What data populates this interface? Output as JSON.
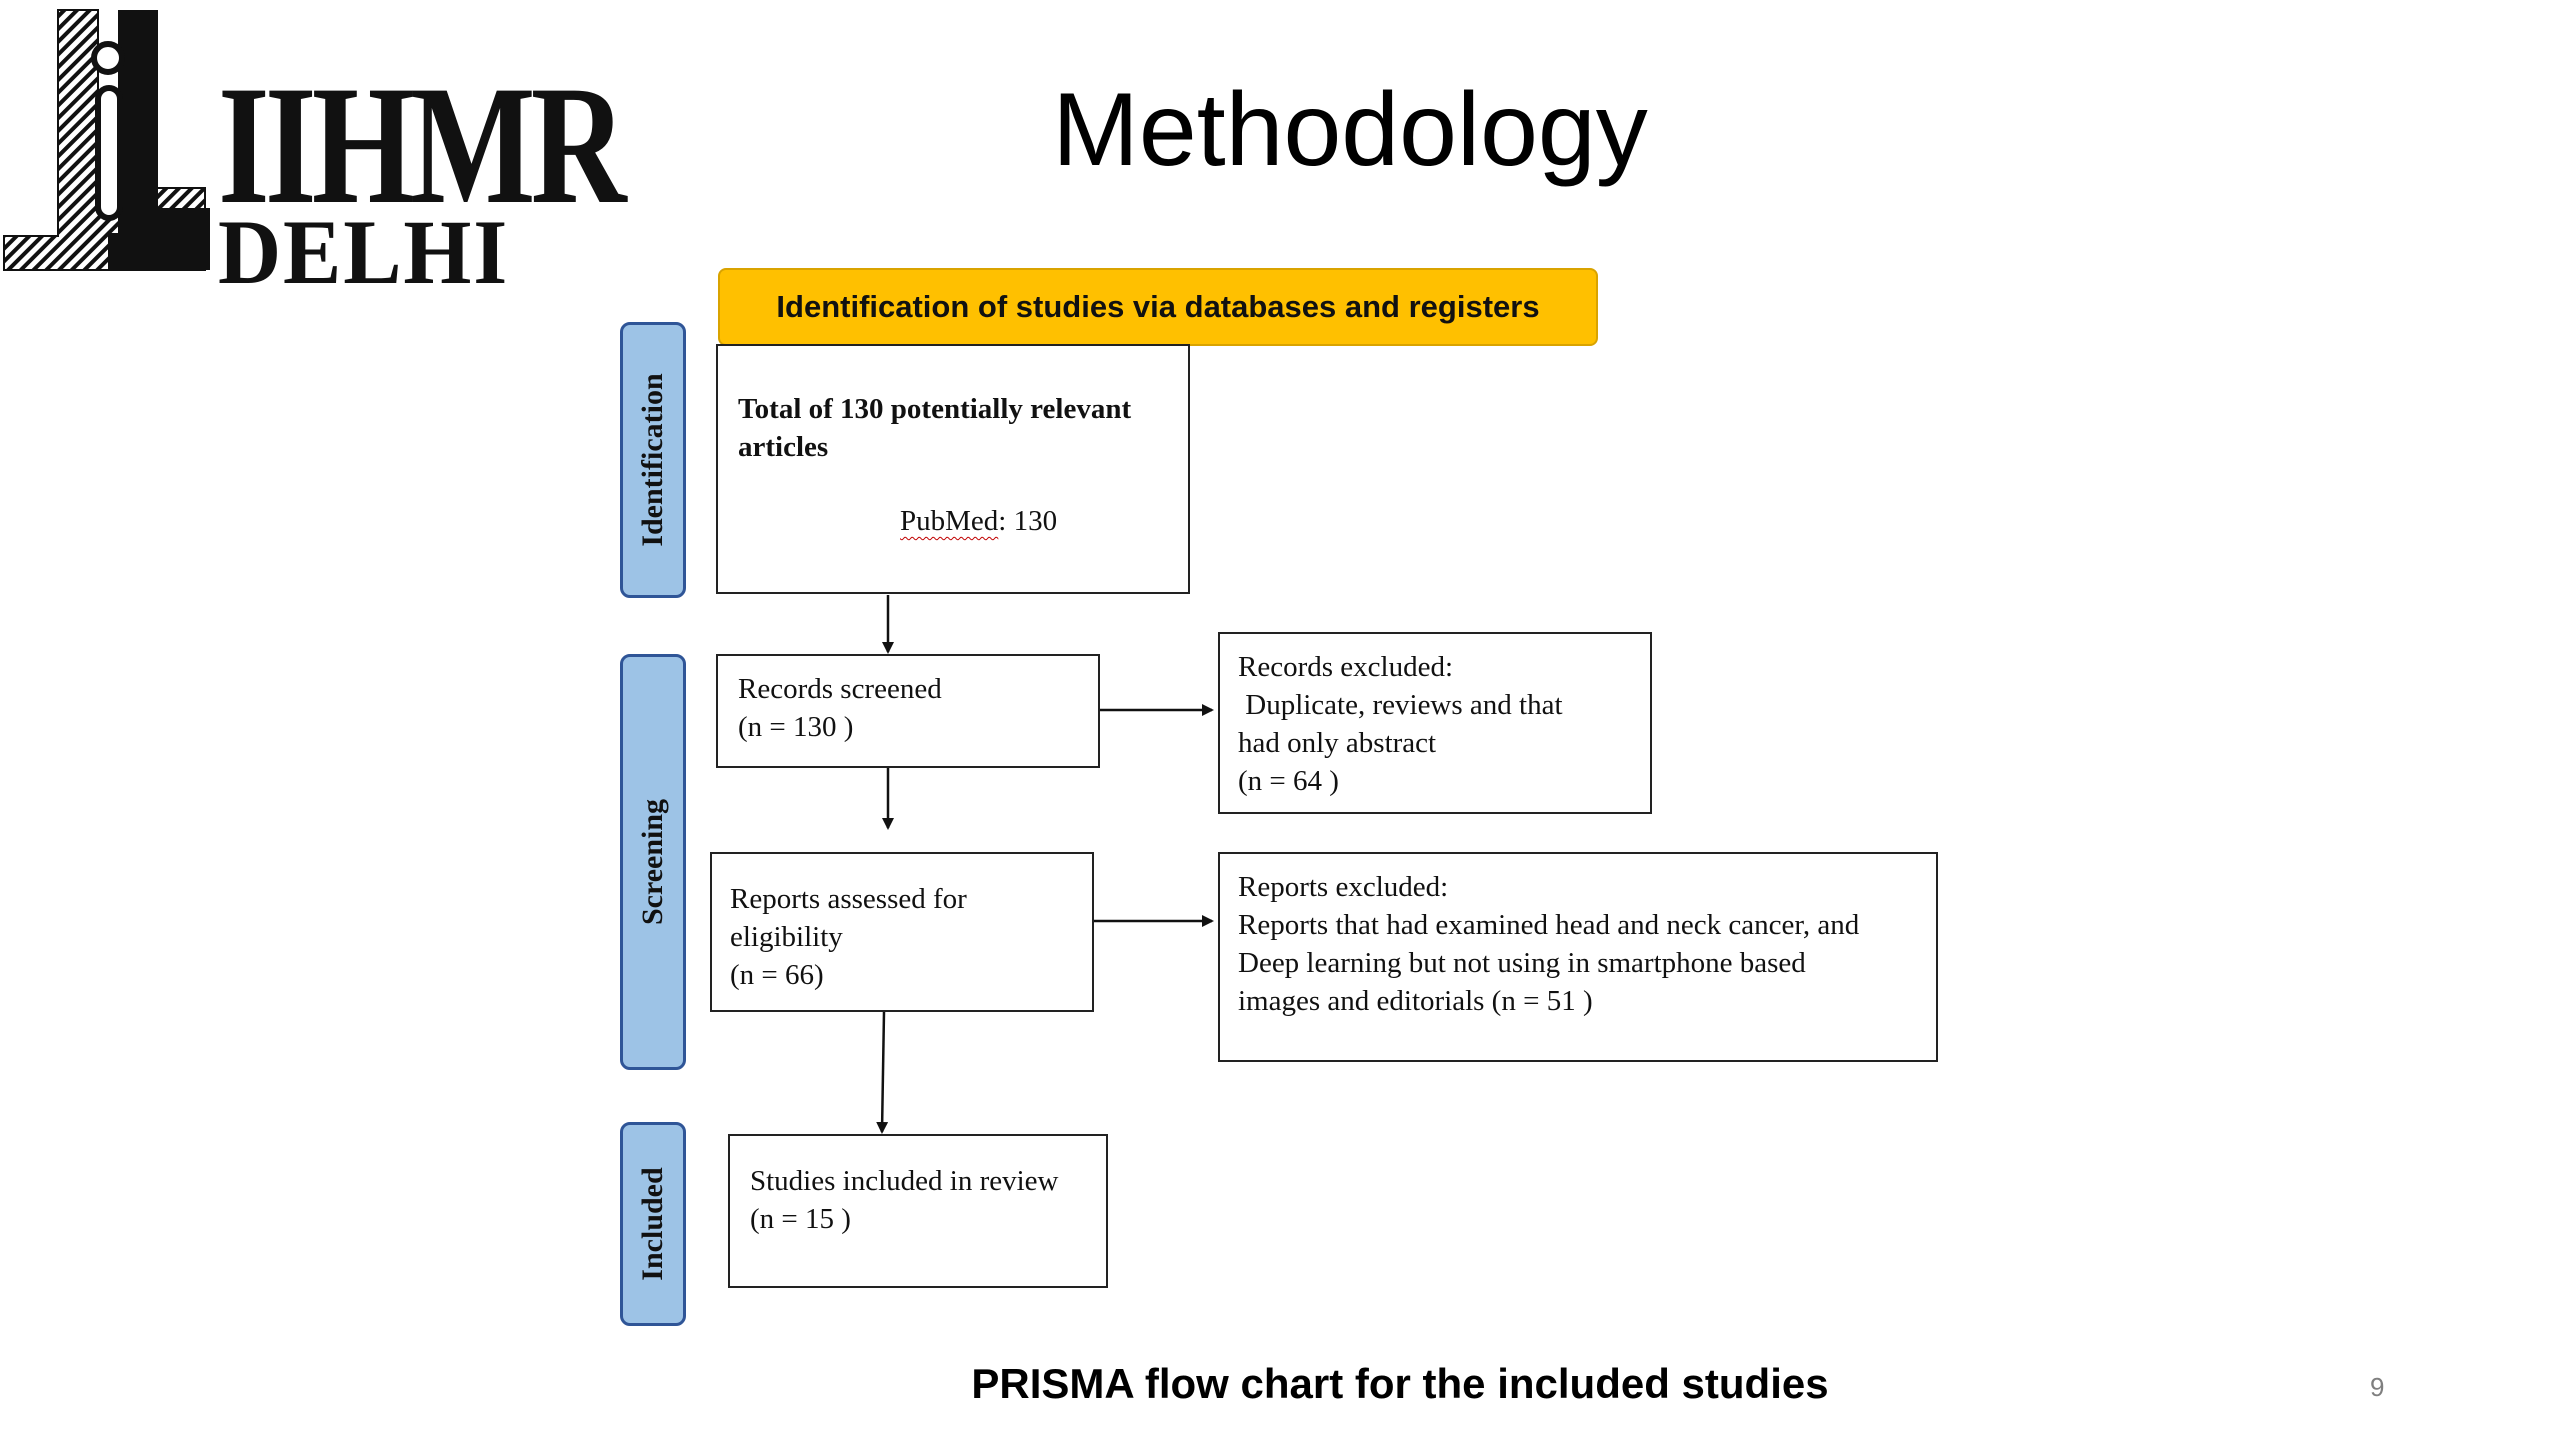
{
  "logo": {
    "primary": "IIHMR",
    "secondary": "DELHI"
  },
  "title": "Methodology",
  "phases": {
    "identification": "Identification",
    "screening": "Screening",
    "included": "Included"
  },
  "header": "Identification of studies via databases and registers",
  "boxes": {
    "total": {
      "line1": "Total of 130 potentially relevant",
      "line2": "articles",
      "source": "PubMed",
      "source_count": ": 130"
    },
    "screened": {
      "line1": "Records screened",
      "line2": "(n = 130 )"
    },
    "records_excluded": {
      "line1": "Records excluded:",
      "line2": " Duplicate, reviews and that",
      "line3": "had only abstract",
      "line4": "(n = 64 )"
    },
    "assessed": {
      "line1": "Reports assessed for",
      "line2": "eligibility",
      "line3": "(n = 66)"
    },
    "reports_excluded": {
      "line1": "Reports excluded:",
      "line2": "Reports that had examined head and neck cancer, and",
      "line3": "Deep learning but not using in smartphone based",
      "line4": "images and editorials (n = 51 )"
    },
    "included": {
      "line1": "Studies included in review",
      "line2": "(n = 15 )"
    }
  },
  "caption": "PRISMA flow chart for the included studies",
  "page_number": "9",
  "colors": {
    "header": "#ffc000",
    "phase": "#9dc3e6",
    "phase_border": "#2f5597"
  }
}
